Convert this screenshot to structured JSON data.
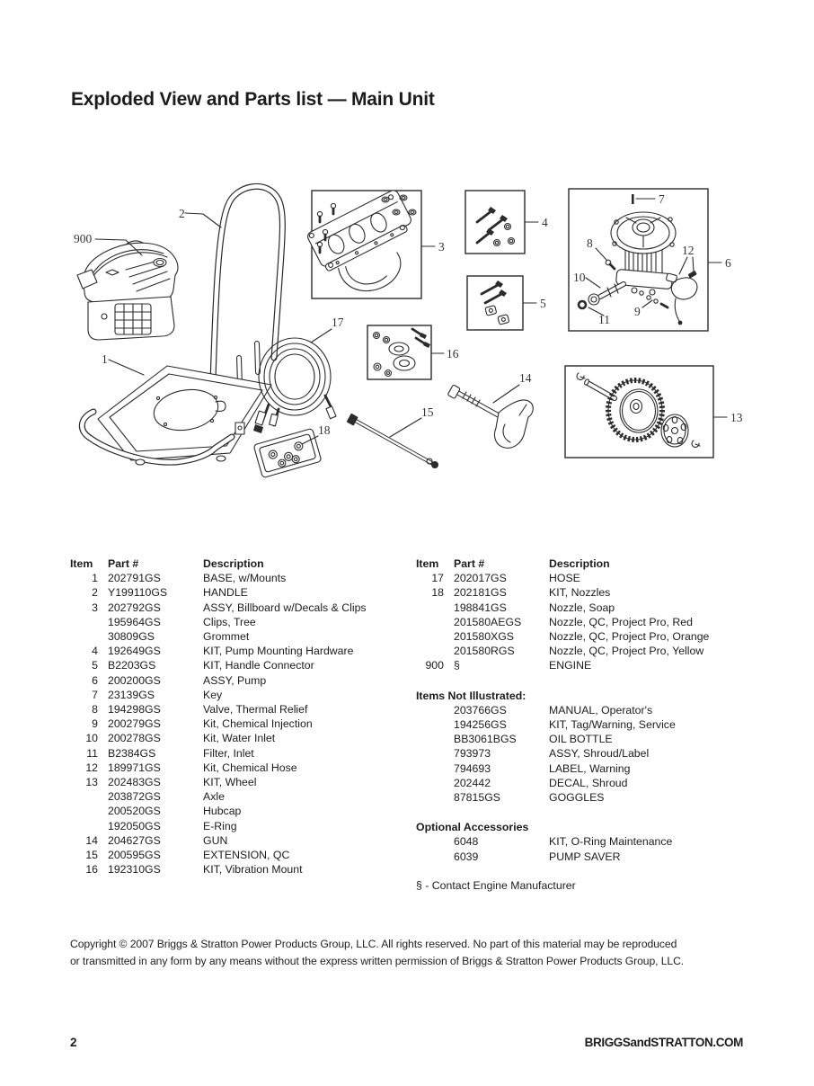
{
  "page": {
    "title": "Exploded View and Parts list — Main Unit",
    "page_number": "2",
    "website": "BRIGGSandSTRATTON.COM",
    "copyright_line1": "Copyright © 2007 Briggs & Stratton Power Products Group, LLC.  All rights reserved.  No part of this material may be reproduced",
    "copyright_line2": "or transmitted in any form by any means without the express written permission of Briggs & Stratton Power Products Group, LLC."
  },
  "diagram": {
    "callouts": {
      "c900": "900",
      "c1": "1",
      "c2": "2",
      "c3": "3",
      "c4": "4",
      "c5": "5",
      "c6": "6",
      "c7": "7",
      "c8": "8",
      "c9": "9",
      "c10": "10",
      "c11": "11",
      "c12": "12",
      "c13": "13",
      "c14": "14",
      "c15": "15",
      "c16": "16",
      "c17": "17",
      "c18": "18"
    }
  },
  "parts": {
    "headers": {
      "item": "Item",
      "part": "Part #",
      "desc": "Description"
    },
    "left_rows": [
      {
        "item": "1",
        "part": "202791GS",
        "desc": "BASE, w/Mounts"
      },
      {
        "item": "2",
        "part": "Y199110GS",
        "desc": "HANDLE"
      },
      {
        "item": "3",
        "part": "202792GS",
        "desc": "ASSY, Billboard w/Decals & Clips"
      },
      {
        "item": "",
        "part": "195964GS",
        "desc": "Clips, Tree"
      },
      {
        "item": "",
        "part": "30809GS",
        "desc": "Grommet"
      },
      {
        "item": "4",
        "part": "192649GS",
        "desc": "KIT, Pump Mounting Hardware"
      },
      {
        "item": "5",
        "part": "B2203GS",
        "desc": "KIT, Handle Connector"
      },
      {
        "item": "6",
        "part": "200200GS",
        "desc": "ASSY, Pump"
      },
      {
        "item": "7",
        "part": "23139GS",
        "desc": "Key"
      },
      {
        "item": "8",
        "part": "194298GS",
        "desc": "Valve, Thermal Relief"
      },
      {
        "item": "9",
        "part": "200279GS",
        "desc": "Kit, Chemical Injection"
      },
      {
        "item": "10",
        "part": "200278GS",
        "desc": "Kit, Water Inlet"
      },
      {
        "item": "11",
        "part": "B2384GS",
        "desc": "Filter, Inlet"
      },
      {
        "item": "12",
        "part": "189971GS",
        "desc": "Kit, Chemical Hose"
      },
      {
        "item": "13",
        "part": "202483GS",
        "desc": "KIT, Wheel"
      },
      {
        "item": "",
        "part": "203872GS",
        "desc": "Axle"
      },
      {
        "item": "",
        "part": "200520GS",
        "desc": "Hubcap"
      },
      {
        "item": "",
        "part": "192050GS",
        "desc": "E-Ring"
      },
      {
        "item": "14",
        "part": "204627GS",
        "desc": "GUN"
      },
      {
        "item": "15",
        "part": "200595GS",
        "desc": "EXTENSION, QC"
      },
      {
        "item": "16",
        "part": "192310GS",
        "desc": "KIT, Vibration Mount"
      }
    ],
    "right_rows": [
      {
        "item": "17",
        "part": "202017GS",
        "desc": "HOSE"
      },
      {
        "item": "18",
        "part": "202181GS",
        "desc": "KIT, Nozzles"
      },
      {
        "item": "",
        "part": "198841GS",
        "desc": "Nozzle, Soap"
      },
      {
        "item": "",
        "part": "201580AEGS",
        "desc": "Nozzle, QC, Project Pro, Red"
      },
      {
        "item": "",
        "part": "201580XGS",
        "desc": "Nozzle, QC, Project Pro, Orange"
      },
      {
        "item": "",
        "part": "201580RGS",
        "desc": "Nozzle, QC, Project Pro, Yellow"
      },
      {
        "item": "900",
        "part": "§",
        "desc": "ENGINE"
      }
    ],
    "not_illustrated_heading": "Items Not Illustrated:",
    "not_illustrated_rows": [
      {
        "item": "",
        "part": "203766GS",
        "desc": "MANUAL, Operator's"
      },
      {
        "item": "",
        "part": "194256GS",
        "desc": "KIT, Tag/Warning, Service"
      },
      {
        "item": "",
        "part": "BB3061BGS",
        "desc": "OIL BOTTLE"
      },
      {
        "item": "",
        "part": "793973",
        "desc": "ASSY, Shroud/Label"
      },
      {
        "item": "",
        "part": "794693",
        "desc": "LABEL, Warning"
      },
      {
        "item": "",
        "part": "202442",
        "desc": "DECAL, Shroud"
      },
      {
        "item": "",
        "part": "87815GS",
        "desc": "GOGGLES"
      }
    ],
    "optional_heading": "Optional Accessories",
    "optional_rows": [
      {
        "item": "",
        "part": "6048",
        "desc": "KIT, O-Ring Maintenance"
      },
      {
        "item": "",
        "part": "6039",
        "desc": "PUMP SAVER"
      }
    ],
    "footnote": "§ - Contact Engine Manufacturer"
  }
}
